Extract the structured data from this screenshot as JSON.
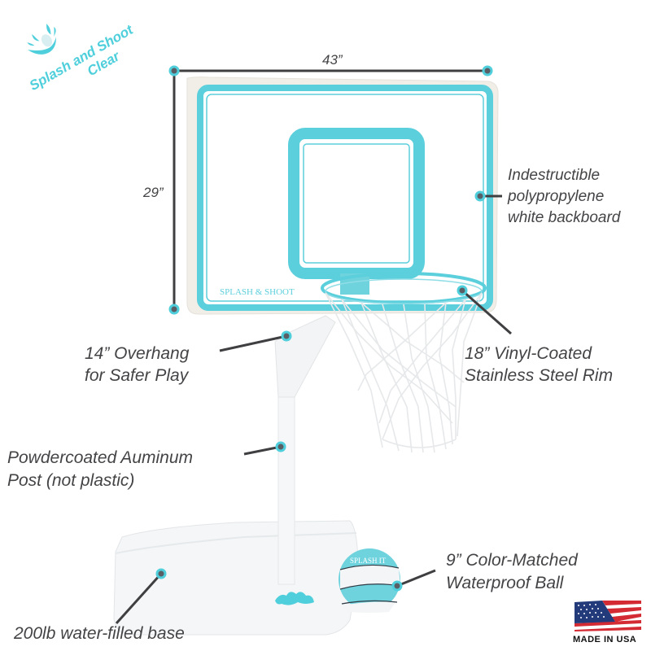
{
  "brand": {
    "line1": "Splash and Shoot",
    "line2": "Clear",
    "icon": "water-splash-icon",
    "color": "#4fcfdc"
  },
  "dimensions": {
    "width_label": "43”",
    "height_label": "29”"
  },
  "callouts": {
    "backboard": [
      "Indestructible",
      "polypropylene",
      "white backboard"
    ],
    "overhang": [
      "14” Overhang",
      "for Safer Play"
    ],
    "rim": [
      "18” Vinyl-Coated",
      "Stainless Steel Rim"
    ],
    "post": [
      "Powdercoated Auminum",
      "Post (not plastic)"
    ],
    "ball": [
      "9” Color-Matched",
      "Waterproof Ball"
    ],
    "base": [
      "200lb water-filled base"
    ]
  },
  "backboard_logo": "SPLASH & SHOOT",
  "ball_logo": "SPLASH IT",
  "badge": {
    "text": "MADE IN USA",
    "icon": "us-flag-icon"
  },
  "colors": {
    "accent": "#4fcfdc",
    "text": "#444447",
    "line": "#3f3f42",
    "dot": "#5a5f66"
  }
}
